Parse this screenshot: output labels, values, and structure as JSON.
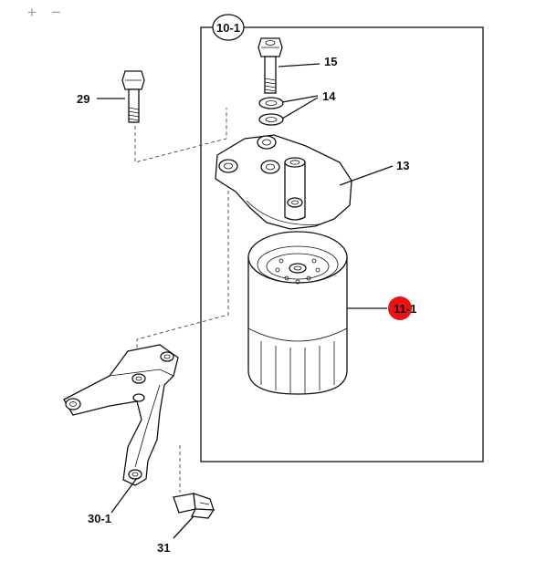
{
  "toolbar": {
    "zoom_in_label": "+",
    "zoom_out_label": "−"
  },
  "diagram": {
    "assembly_label": "10-1",
    "callouts": {
      "p15": "15",
      "p14": "14",
      "p29": "29",
      "p13": "13",
      "p11": "11-1",
      "p30": "30-1",
      "p31": "31"
    },
    "highlight_color": "#ee1111",
    "line_color": "#111111"
  }
}
